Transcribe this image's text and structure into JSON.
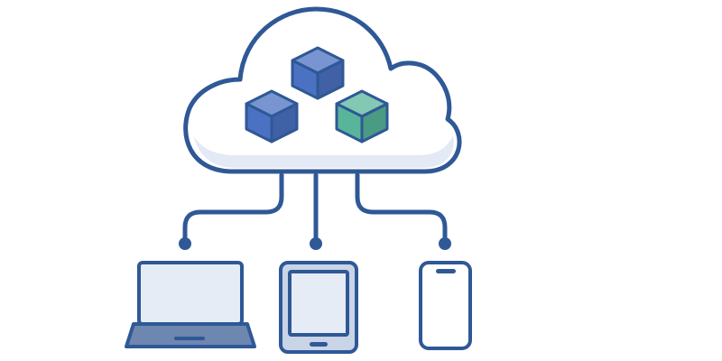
{
  "diagram": {
    "nodes": [
      {
        "id": "cloud",
        "kind": "cloud",
        "icon": "cloud-icon"
      },
      {
        "id": "cube-left",
        "kind": "block",
        "icon": "cube-icon",
        "color": "#4B72C2"
      },
      {
        "id": "cube-top",
        "kind": "block",
        "icon": "cube-icon",
        "color": "#4B72C2"
      },
      {
        "id": "cube-right",
        "kind": "block",
        "icon": "cube-icon",
        "color": "#58B59A"
      },
      {
        "id": "laptop",
        "kind": "device",
        "icon": "laptop-icon"
      },
      {
        "id": "tablet",
        "kind": "device",
        "icon": "tablet-icon"
      },
      {
        "id": "phone",
        "kind": "device",
        "icon": "phone-icon"
      }
    ],
    "edges": [
      {
        "from": "cloud",
        "to": "laptop"
      },
      {
        "from": "cloud",
        "to": "tablet"
      },
      {
        "from": "cloud",
        "to": "phone"
      }
    ]
  },
  "colors": {
    "outline": "#2F5896",
    "cloud_fill": "#FFFFFF",
    "cloud_shadow": "#E3EAF5",
    "screen_fill": "#E6ECF6",
    "device_base": "#6E87B0",
    "cube_blue": "#4B72C2",
    "cube_green": "#58B59A"
  }
}
